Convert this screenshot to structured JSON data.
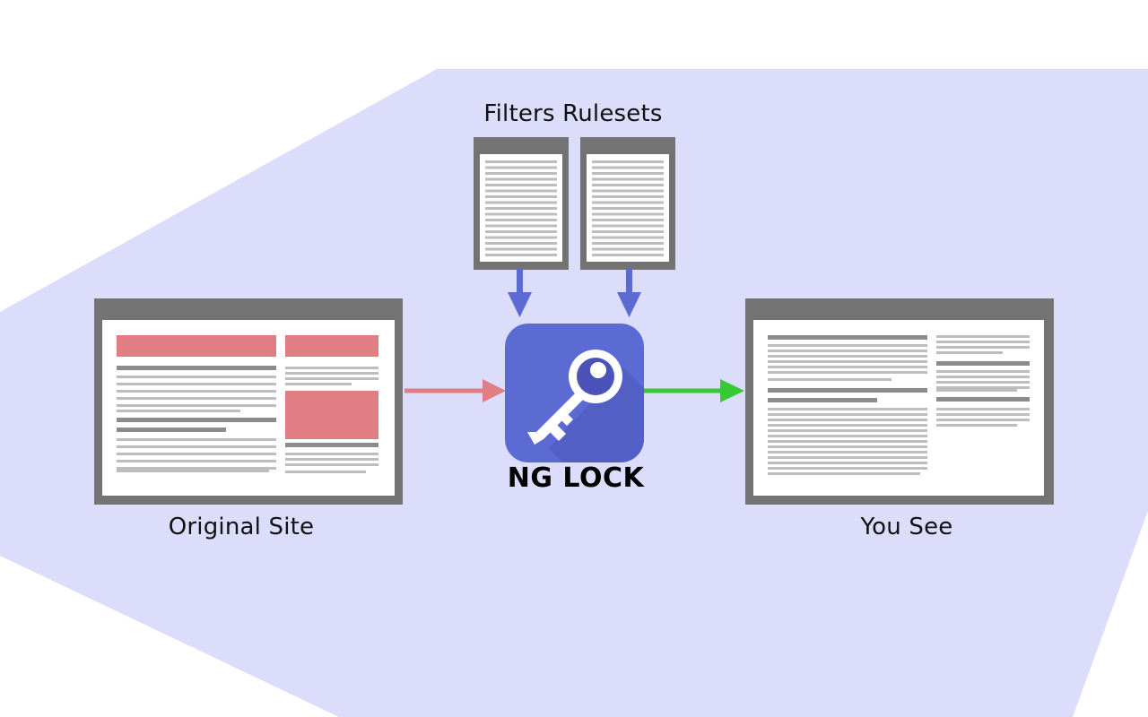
{
  "diagram": {
    "filters_label": "Filters Rulesets",
    "original_label": "Original Site",
    "result_label": "You See",
    "brand_name": "NG LOCK"
  },
  "icons": {
    "center": "key-icon"
  },
  "colors": {
    "background_shape": "#dcdcfb",
    "frame": "#737373",
    "ad_block": "#e07e83",
    "text_line": "#bdbdbd",
    "heading_line": "#8c8c8c",
    "app_icon": "#5b6bd3",
    "filter_arrow": "#5b6bd3",
    "blocked_arrow": "#e07e83",
    "clean_arrow": "#35c935"
  }
}
